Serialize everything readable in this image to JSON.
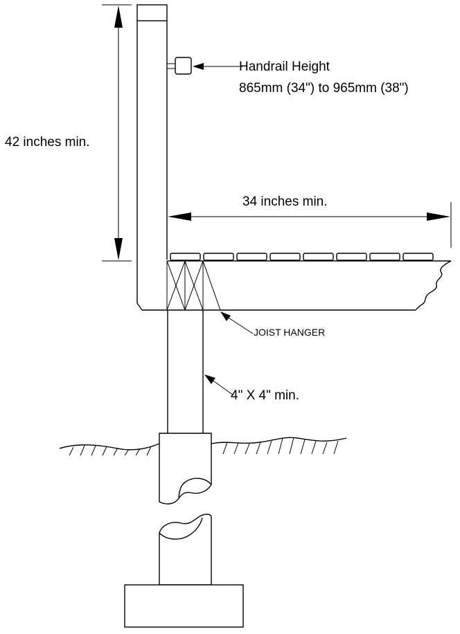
{
  "labels": {
    "guard_height": "42 inches min.",
    "handrail_title": "Handrail Height",
    "handrail_range": "865mm (34\") to 965mm (38\")",
    "deck_width": "34 inches min.",
    "joist_hanger": "JOIST HANGER",
    "post_size": "4\" X 4\" min."
  }
}
